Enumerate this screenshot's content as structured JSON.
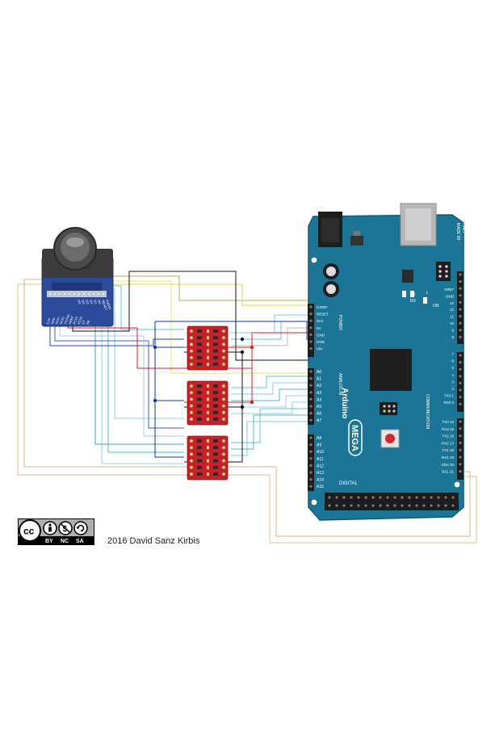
{
  "credit": "2016  David Sanz Kirbis",
  "license": {
    "badges": [
      "BY",
      "NC",
      "SA"
    ],
    "cc_mark": "cc"
  },
  "arduino": {
    "brand": "Arduino",
    "model": "MEGA",
    "made_in": "MADE IN",
    "country": "ITALY",
    "section_power": "POWER",
    "section_analog": "ANALOG IN",
    "section_digital": "DIGITAL",
    "section_communication": "COMMUNICATION",
    "power_pins": [
      "IOREF",
      "RESET",
      "3V3",
      "5V",
      "GND",
      "GND",
      "VIN"
    ],
    "analog_pins": [
      "A0",
      "A1",
      "A2",
      "A3",
      "A4",
      "A5",
      "A6",
      "A7",
      "A8",
      "A9",
      "A10",
      "A11",
      "A12",
      "A13",
      "A14",
      "A15"
    ],
    "right_top_pins": [
      "AREF",
      "GND",
      "13",
      "12",
      "11",
      "10",
      "9",
      "8"
    ],
    "right_mid_pins": [
      "7",
      "6",
      "5",
      "4",
      "3",
      "2",
      "TX0 1",
      "RX0 0"
    ],
    "comm_pins": [
      "TX3 14",
      "RX3 15",
      "TX2 16",
      "RX2 17",
      "TX1 18",
      "RX1 19",
      "SDA 20",
      "SCL 21"
    ],
    "leds": [
      "TX",
      "RX",
      "L",
      "ON"
    ]
  },
  "camera": {
    "pins_left": [
      "3.3V",
      "GND",
      "SIOC",
      "SIOD",
      "VSYNC",
      "HREF",
      "PCLK",
      "XCLK",
      "D7",
      "D6"
    ],
    "pins_right": [
      "D5",
      "D4",
      "D3",
      "D2",
      "D1",
      "D0",
      "RESET",
      "PWDN"
    ]
  },
  "colors": {
    "board": "#1b7596",
    "board_edge": "#0f5a76",
    "camera_pcb": "#2c4a9a",
    "shifter": "#c8202a",
    "wire_black": "#111111",
    "wire_red": "#d42020",
    "wire_blue": "#1a2fa8"
  }
}
